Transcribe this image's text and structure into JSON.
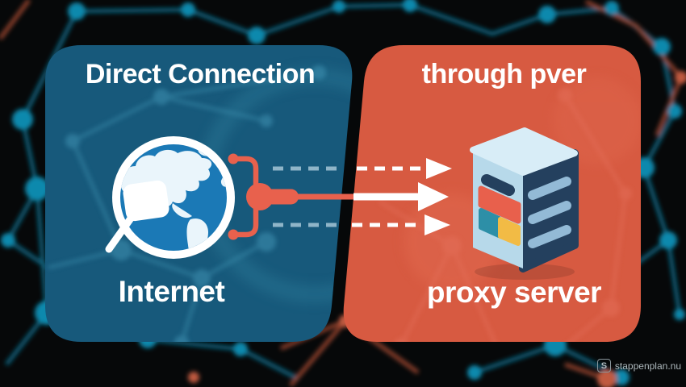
{
  "diagram": {
    "left_panel": {
      "title": "Direct Connection",
      "caption": "Internet",
      "bg_color": "#17597B",
      "icon": "internet-globe-icon"
    },
    "right_panel": {
      "title": "through pver",
      "caption": "proxy server",
      "bg_color": "#D75A41",
      "icon": "proxy-server-icon"
    },
    "connection": {
      "accent_color": "#E8614D",
      "arrow_color": "#FFFFFF",
      "dash_color_on_blue_panel": "#8FB5C8",
      "description": "one solid arrow between two dashed arrows from internet globe to proxy server"
    },
    "watermark": {
      "logo_letter": "S",
      "text": "stappenplan.nu"
    },
    "background": {
      "color": "#060809",
      "network_teal": "#0E85AA",
      "network_orange": "#B14F36"
    }
  }
}
